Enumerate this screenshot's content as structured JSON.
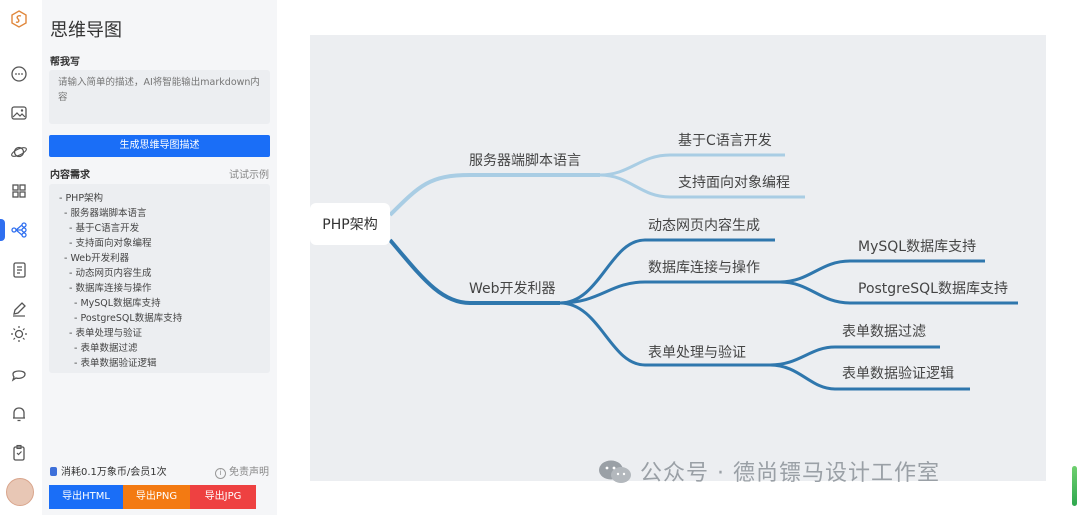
{
  "app": {
    "panel_title": "思维导图",
    "help_label": "帮我写",
    "prompt_placeholder": "请输入简单的描述，AI将智能输出markdown内容",
    "generate_button": "生成思维导图描述",
    "requirements_label": "内容需求",
    "try_example": "试试示例",
    "cost_text": "消耗0.1万象币/会员1次",
    "disclaimer": "免责声明",
    "export_html": "导出HTML",
    "export_png": "导出PNG",
    "export_jpg": "导出JPG"
  },
  "rail_icons": [
    "logo-icon",
    "chat-icon",
    "image-icon",
    "planet-icon",
    "apps-icon",
    "mindmap-icon",
    "document-icon",
    "pen-icon",
    "bulb-icon",
    "chat-bubble-icon",
    "bell-icon",
    "clipboard-icon",
    "avatar"
  ],
  "markdown_lines": [
    "- PHP架构",
    "- 服务器端脚本语言",
    "- 基于C语言开发",
    "- 支持面向对象编程",
    "- Web开发利器",
    "- 动态网页内容生成",
    "- 数据库连接与操作",
    "- MySQL数据库支持",
    "- PostgreSQL数据库支持",
    "- 表单处理与验证",
    "- 表单数据过滤",
    "- 表单数据验证逻辑"
  ],
  "mindmap": {
    "root": "PHP架构",
    "branch1": "服务器端脚本语言",
    "branch1_c1": "基于C语言开发",
    "branch1_c2": "支持面向对象编程",
    "branch2": "Web开发利器",
    "branch2_c1": "动态网页内容生成",
    "branch2_c2": "数据库连接与操作",
    "branch2_c2_g1": "MySQL数据库支持",
    "branch2_c2_g2": "PostgreSQL数据库支持",
    "branch2_c3": "表单处理与验证",
    "branch2_c3_g1": "表单数据过滤",
    "branch2_c3_g2": "表单数据验证逻辑"
  },
  "colors": {
    "accent": "#1a6ef7",
    "branch_light": "#a9cde4",
    "branch_dark": "#2f77ad",
    "png": "#f37a12",
    "jpg": "#ee4141"
  },
  "watermark": "公众号 · 德尚镖马设计工作室"
}
